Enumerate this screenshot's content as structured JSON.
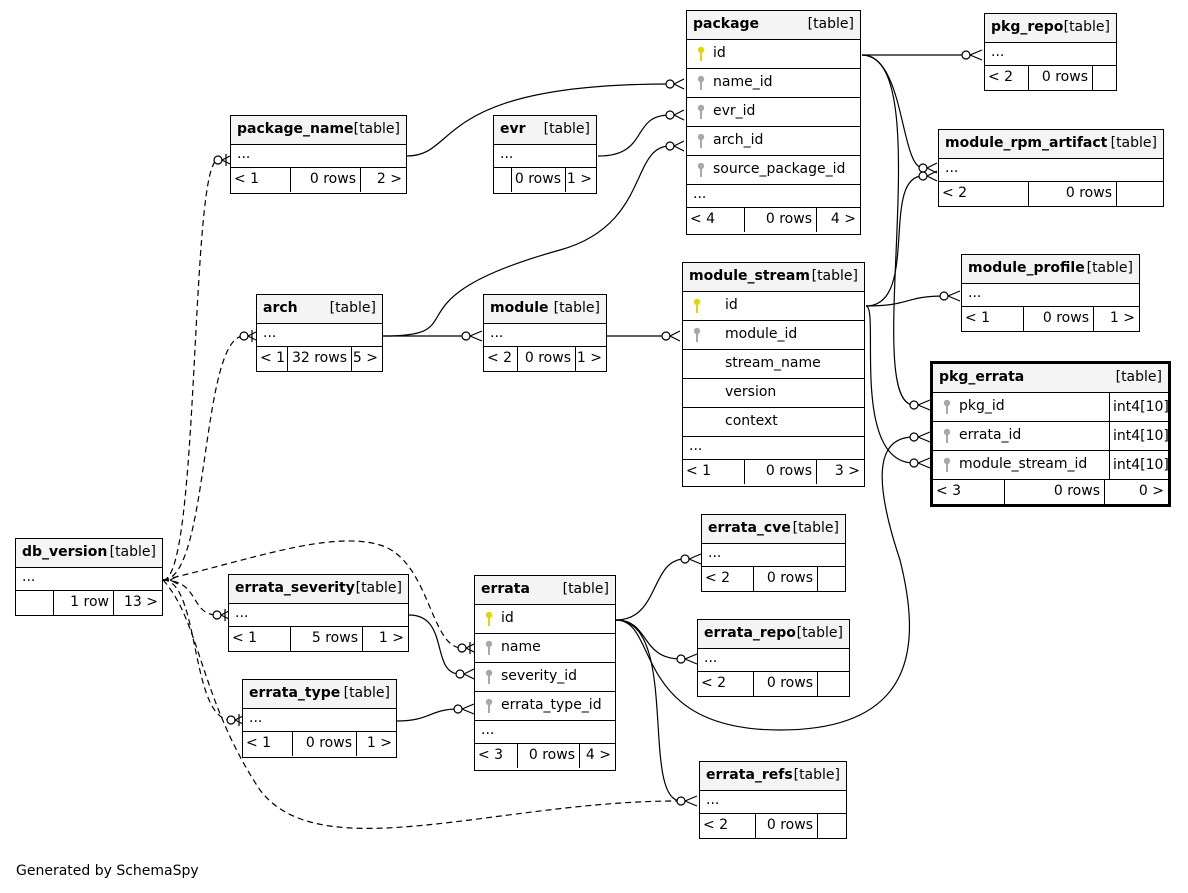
{
  "labels": {
    "table_type": "[table]",
    "ellipsis": "...",
    "generated_by": "Generated by SchemaSpy"
  },
  "tables": {
    "package": {
      "name": "package",
      "columns": [
        "id",
        "name_id",
        "evr_id",
        "arch_id",
        "source_package_id"
      ],
      "foot": [
        "< 4",
        "0 rows",
        "4 >"
      ]
    },
    "pkg_repo": {
      "name": "pkg_repo",
      "foot": [
        "< 2",
        "0 rows",
        ""
      ]
    },
    "module_rpm_artifact": {
      "name": "module_rpm_artifact",
      "foot": [
        "< 2",
        "0 rows",
        ""
      ]
    },
    "package_name": {
      "name": "package_name",
      "foot": [
        "< 1",
        "0 rows",
        "2 >"
      ]
    },
    "evr": {
      "name": "evr",
      "foot": [
        "",
        "0 rows",
        "1 >"
      ]
    },
    "arch": {
      "name": "arch",
      "foot": [
        "< 1",
        "32 rows",
        "5 >"
      ]
    },
    "module": {
      "name": "module",
      "foot": [
        "< 2",
        "0 rows",
        "1 >"
      ]
    },
    "module_stream": {
      "name": "module_stream",
      "columns": [
        "id",
        "module_id",
        "stream_name",
        "version",
        "context"
      ],
      "foot": [
        "< 1",
        "0 rows",
        "3 >"
      ]
    },
    "module_profile": {
      "name": "module_profile",
      "foot": [
        "< 1",
        "0 rows",
        "1 >"
      ]
    },
    "pkg_errata": {
      "name": "pkg_errata",
      "columns": [
        {
          "name": "pkg_id",
          "type": "int4[10]"
        },
        {
          "name": "errata_id",
          "type": "int4[10]"
        },
        {
          "name": "module_stream_id",
          "type": "int4[10]"
        }
      ],
      "foot": [
        "< 3",
        "0 rows",
        "0 >"
      ]
    },
    "db_version": {
      "name": "db_version",
      "foot": [
        "",
        "1 row",
        "13 >"
      ]
    },
    "errata_severity": {
      "name": "errata_severity",
      "foot": [
        "< 1",
        "5 rows",
        "1 >"
      ]
    },
    "errata": {
      "name": "errata",
      "columns": [
        "id",
        "name",
        "severity_id",
        "errata_type_id"
      ],
      "foot": [
        "< 3",
        "0 rows",
        "4 >"
      ]
    },
    "errata_cve": {
      "name": "errata_cve",
      "foot": [
        "< 2",
        "0 rows",
        ""
      ]
    },
    "errata_repo": {
      "name": "errata_repo",
      "foot": [
        "< 2",
        "0 rows",
        ""
      ]
    },
    "errata_type": {
      "name": "errata_type",
      "foot": [
        "< 1",
        "0 rows",
        "1 >"
      ]
    },
    "errata_refs": {
      "name": "errata_refs",
      "foot": [
        "< 2",
        "0 rows",
        ""
      ]
    }
  },
  "colors": {
    "primary_key": "#e6d600",
    "foreign_key": "#a8a8a8",
    "header_bg": "#f4f4f4",
    "line": "#000000"
  }
}
